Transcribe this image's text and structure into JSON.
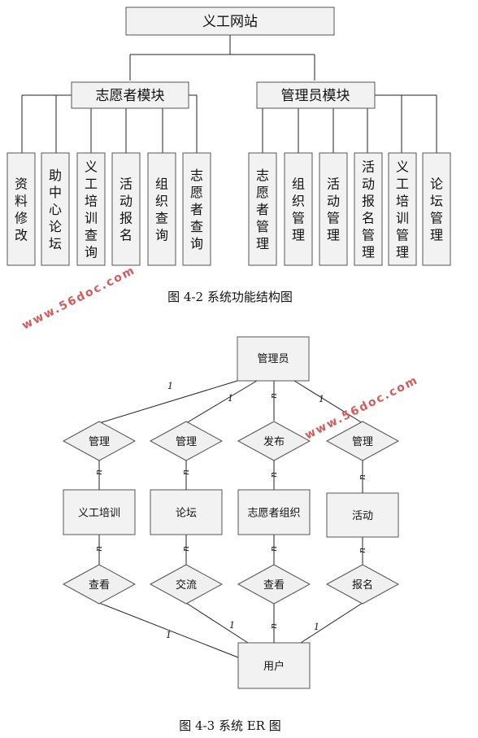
{
  "fig2": {
    "root": "义工网站",
    "volunteer_module": "志愿者模块",
    "admin_module": "管理员模块",
    "volunteer_items": [
      "资料修改",
      "助中心论坛",
      "义工培训查询",
      "活动报名",
      "组织查询",
      "志愿者查询"
    ],
    "admin_items": [
      "志愿者管理",
      "组织管理",
      "活动管理",
      "活动报名管理",
      "义工培训管理",
      "论坛管理"
    ],
    "caption": "图 4-2  系统功能结构图"
  },
  "fig3": {
    "admin_entity": "管理员",
    "user_entity": "用户",
    "top_relations": [
      "管理",
      "管理",
      "发布",
      "管理"
    ],
    "entities": [
      "义工培训",
      "论坛",
      "志愿者组织",
      "活动"
    ],
    "bottom_relations": [
      "查看",
      "交流",
      "查看",
      "报名"
    ],
    "card_one": "1",
    "card_many": "n",
    "caption": "图 4-3  系统 ER 图"
  },
  "watermark": "www.56doc.com"
}
